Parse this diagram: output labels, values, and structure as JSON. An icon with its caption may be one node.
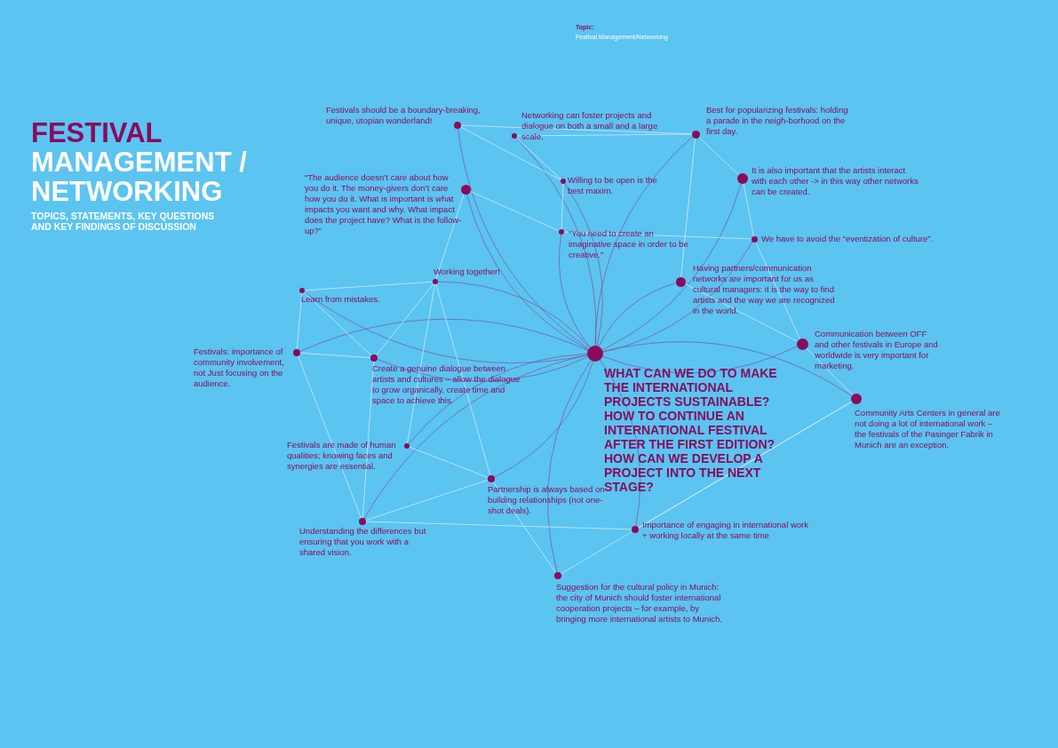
{
  "diagram": {
    "title": "FESTIVAL MANAGEMENT / NETWORKING",
    "nodes": [
      {
        "text": [],
        "shape": "circle",
        "beside": [
          "WHAT CAN WE DO TO MAKE THE INTERNATIONAL PROJECTS SUSTAINABLE? HOW TO CONTINUE AN INTERNATIONAL FESTIVAL AFTER THE FIRST EDITION? HOW CAN WE DEVELOP A PROJECT INTO THE NEXT STAGE?"
        ]
      },
      {
        "text": [],
        "shape": "circle",
        "beside": [
          "Festivals should be a boundary-breaking, unique, utopian  wonderland!"
        ]
      },
      {
        "text": [],
        "shape": "circle",
        "beside": [
          "Networking can foster projects and dialogue on both a small and a large scale."
        ]
      },
      {
        "text": [],
        "shape": "circle",
        "beside": [
          "Best for popularizing festivals: holding a parade in the neigh-borhood on the first day."
        ]
      },
      {
        "text": [],
        "shape": "circle",
        "beside": [
          "It is also important that the artists interact with each other -> in this way other networks can be created."
        ]
      },
      {
        "text": [],
        "shape": "circle",
        "beside": [
          "“The audience doesn’t care about how you do it. The money-givers don’t care how you do it. What is important is what impacts you want and why. What impact does the project have? What is the follow-up?”"
        ]
      },
      {
        "text": [],
        "shape": "circle",
        "beside": [
          "Willing to be open is the best maxim."
        ]
      },
      {
        "text": [],
        "shape": "circle",
        "beside": [
          "“You need to create an imaginative space in order to be creative.”"
        ]
      },
      {
        "text": [],
        "shape": "circle",
        "beside": [
          "We have to avoid the “eventization of culture”."
        ]
      },
      {
        "text": [],
        "shape": "circle",
        "beside": [
          "Having partners/communication networks are important for us as cultural managers: it is the way to find artists and the way we are recognized in the world."
        ]
      },
      {
        "text": [],
        "shape": "circle",
        "beside": [
          "Working together!"
        ]
      },
      {
        "text": [],
        "shape": "circle",
        "beside": [
          "Learn from mistakes."
        ]
      },
      {
        "text": [],
        "shape": "circle",
        "beside": [
          "Festivals: importance of community involvement, not Just focusing on the audience."
        ]
      },
      {
        "text": [],
        "shape": "circle",
        "beside": [
          "Create a genuine dialogue between artists and cultures – allow the dialogue to grow organically, create time and space to achieve this."
        ]
      },
      {
        "text": [],
        "shape": "circle",
        "beside": [
          "Communication between OFF and other festivals in Europe and worldwide is very important for marketing."
        ]
      },
      {
        "text": [],
        "shape": "circle",
        "beside": [
          "Community Arts Centers in general are not doing a lot of international work – the festivals of the Pasinger Fabrik in Munich are an exception."
        ]
      },
      {
        "text": [],
        "shape": "circle",
        "beside": [
          "Festivals are made of human qualities; knowing faces and synergies are essential."
        ]
      },
      {
        "text": [],
        "shape": "circle",
        "beside": [
          "Partnership is always based on building relationships (not one-shot deals)."
        ]
      },
      {
        "text": [],
        "shape": "circle",
        "beside": [
          "Understanding the differences but ensuring that you work with a shared vision."
        ]
      },
      {
        "text": [],
        "shape": "circle",
        "beside": [
          "Importance of engaging in international work + working locally at the same time"
        ]
      },
      {
        "text": [],
        "shape": "circle",
        "beside": [
          "Suggestion for the cultural policy in Munich: the city of Munich should foster international cooperation projects – for example, by bringing more international artists to Munich."
        ]
      }
    ],
    "edges": [
      {
        "from": 0,
        "to": 1,
        "arrow": "none",
        "color": "#7d4f9a"
      },
      {
        "from": 0,
        "to": 2,
        "arrow": "none",
        "color": "#7d4f9a"
      },
      {
        "from": 0,
        "to": 3,
        "arrow": "none",
        "color": "#7d4f9a"
      },
      {
        "from": 0,
        "to": 4,
        "arrow": "none",
        "color": "#7d4f9a"
      },
      {
        "from": 0,
        "to": 5,
        "arrow": "none",
        "color": "#7d4f9a"
      },
      {
        "from": 0,
        "to": 6,
        "arrow": "none",
        "color": "#7d4f9a"
      },
      {
        "from": 0,
        "to": 7,
        "arrow": "none",
        "color": "#7d4f9a"
      },
      {
        "from": 0,
        "to": 8,
        "arrow": "none",
        "color": "#7d4f9a"
      },
      {
        "from": 0,
        "to": 9,
        "arrow": "none",
        "color": "#7d4f9a"
      },
      {
        "from": 0,
        "to": 10,
        "arrow": "none",
        "color": "#7d4f9a"
      },
      {
        "from": 0,
        "to": 11,
        "arrow": "none",
        "color": "#7d4f9a"
      },
      {
        "from": 0,
        "to": 12,
        "arrow": "none",
        "color": "#7d4f9a"
      },
      {
        "from": 0,
        "to": 13,
        "arrow": "none",
        "color": "#7d4f9a"
      },
      {
        "from": 0,
        "to": 14,
        "arrow": "none",
        "color": "#7d4f9a"
      },
      {
        "from": 0,
        "to": 15,
        "arrow": "none",
        "color": "#7d4f9a"
      },
      {
        "from": 0,
        "to": 16,
        "arrow": "none",
        "color": "#7d4f9a"
      },
      {
        "from": 0,
        "to": 17,
        "arrow": "none",
        "color": "#7d4f9a"
      },
      {
        "from": 0,
        "to": 18,
        "arrow": "none",
        "color": "#7d4f9a"
      },
      {
        "from": 0,
        "to": 19,
        "arrow": "none",
        "color": "#7d4f9a"
      },
      {
        "from": 0,
        "to": 20,
        "arrow": "none",
        "color": "#7d4f9a"
      },
      {
        "from": 1,
        "to": 3,
        "arrow": "none"
      },
      {
        "from": 1,
        "to": 6,
        "arrow": "none"
      },
      {
        "from": 2,
        "to": 6,
        "arrow": "none"
      },
      {
        "from": 2,
        "to": 3,
        "arrow": "none"
      },
      {
        "from": 3,
        "to": 4,
        "arrow": "none"
      },
      {
        "from": 3,
        "to": 9,
        "arrow": "none"
      },
      {
        "from": 4,
        "to": 8,
        "arrow": "none"
      },
      {
        "from": 5,
        "to": 7,
        "arrow": "none"
      },
      {
        "from": 5,
        "to": 10,
        "arrow": "none"
      },
      {
        "from": 6,
        "to": 7,
        "arrow": "none"
      },
      {
        "from": 7,
        "to": 8,
        "arrow": "none"
      },
      {
        "from": 8,
        "to": 14,
        "arrow": "none"
      },
      {
        "from": 9,
        "to": 14,
        "arrow": "none"
      },
      {
        "from": 10,
        "to": 11,
        "arrow": "none"
      },
      {
        "from": 10,
        "to": 13,
        "arrow": "none"
      },
      {
        "from": 10,
        "to": 16,
        "arrow": "none"
      },
      {
        "from": 10,
        "to": 17,
        "arrow": "none"
      },
      {
        "from": 11,
        "to": 12,
        "arrow": "none"
      },
      {
        "from": 11,
        "to": 13,
        "arrow": "none"
      },
      {
        "from": 12,
        "to": 13,
        "arrow": "none"
      },
      {
        "from": 12,
        "to": 18,
        "arrow": "none"
      },
      {
        "from": 13,
        "to": 18,
        "arrow": "none"
      },
      {
        "from": 16,
        "to": 17,
        "arrow": "none"
      },
      {
        "from": 17,
        "to": 18,
        "arrow": "none"
      },
      {
        "from": 17,
        "to": 20,
        "arrow": "none"
      },
      {
        "from": 18,
        "to": 19,
        "arrow": "none"
      },
      {
        "from": 19,
        "to": 15,
        "arrow": "none"
      },
      {
        "from": 20,
        "to": 15,
        "arrow": "none"
      },
      {
        "from": 14,
        "to": 15,
        "arrow": "none"
      }
    ],
    "labels": [
      "Topic:",
      "Festival Management/Networking",
      "TOPICS, STATEMENTS, KEY QUESTIONS AND KEY FINDINGS OF DISCUSSION"
    ]
  }
}
